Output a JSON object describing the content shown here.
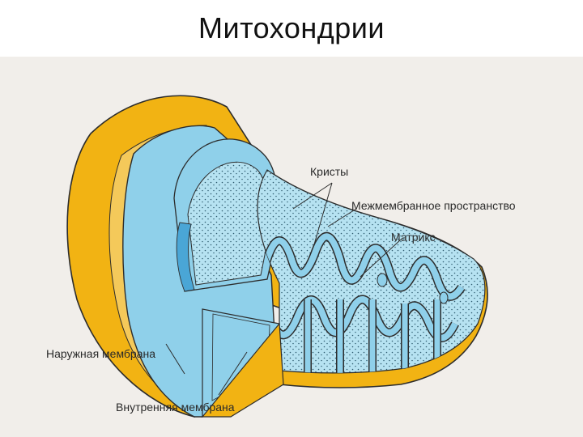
{
  "title": "Митохондрии",
  "labels": {
    "cristae": "Кристы",
    "intermembrane_space": "Межмембранное пространство",
    "matrix": "Матрикс",
    "outer_membrane": "Наружная мембрана",
    "inner_membrane": "Внутренняя мембрана"
  },
  "colors": {
    "outer_membrane": "#f2b313",
    "inner_membrane": "#8fd0ea",
    "matrix": "#b6e2f1",
    "cut_surface": "#e7c35a",
    "intermembrane_space": "#9a9792",
    "background": "#f1eeea",
    "outline": "#2c2c2c"
  }
}
